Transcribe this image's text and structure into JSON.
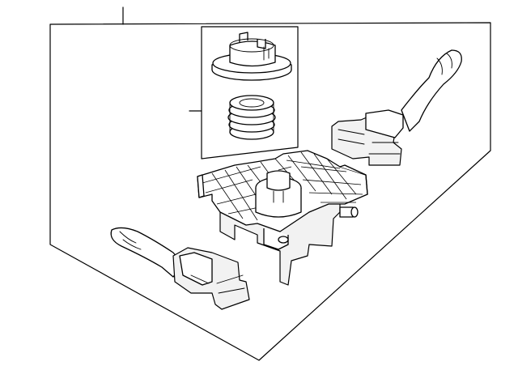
{
  "diagram": {
    "type": "exploded-parts-illustration",
    "colors": {
      "line": "#000000",
      "background": "#ffffff",
      "part_fill": "#ffffff",
      "shade": "#f2f2f2"
    },
    "parts": [
      {
        "name": "outer-assembly-panel"
      },
      {
        "name": "callout-leader-main"
      },
      {
        "name": "inset-detail-box"
      },
      {
        "name": "callout-leader-inset"
      },
      {
        "name": "rotary-cap"
      },
      {
        "name": "coil-spring"
      },
      {
        "name": "switch-base-housing"
      },
      {
        "name": "right-stalk-switch"
      },
      {
        "name": "left-stalk-switch"
      }
    ],
    "labels": []
  }
}
